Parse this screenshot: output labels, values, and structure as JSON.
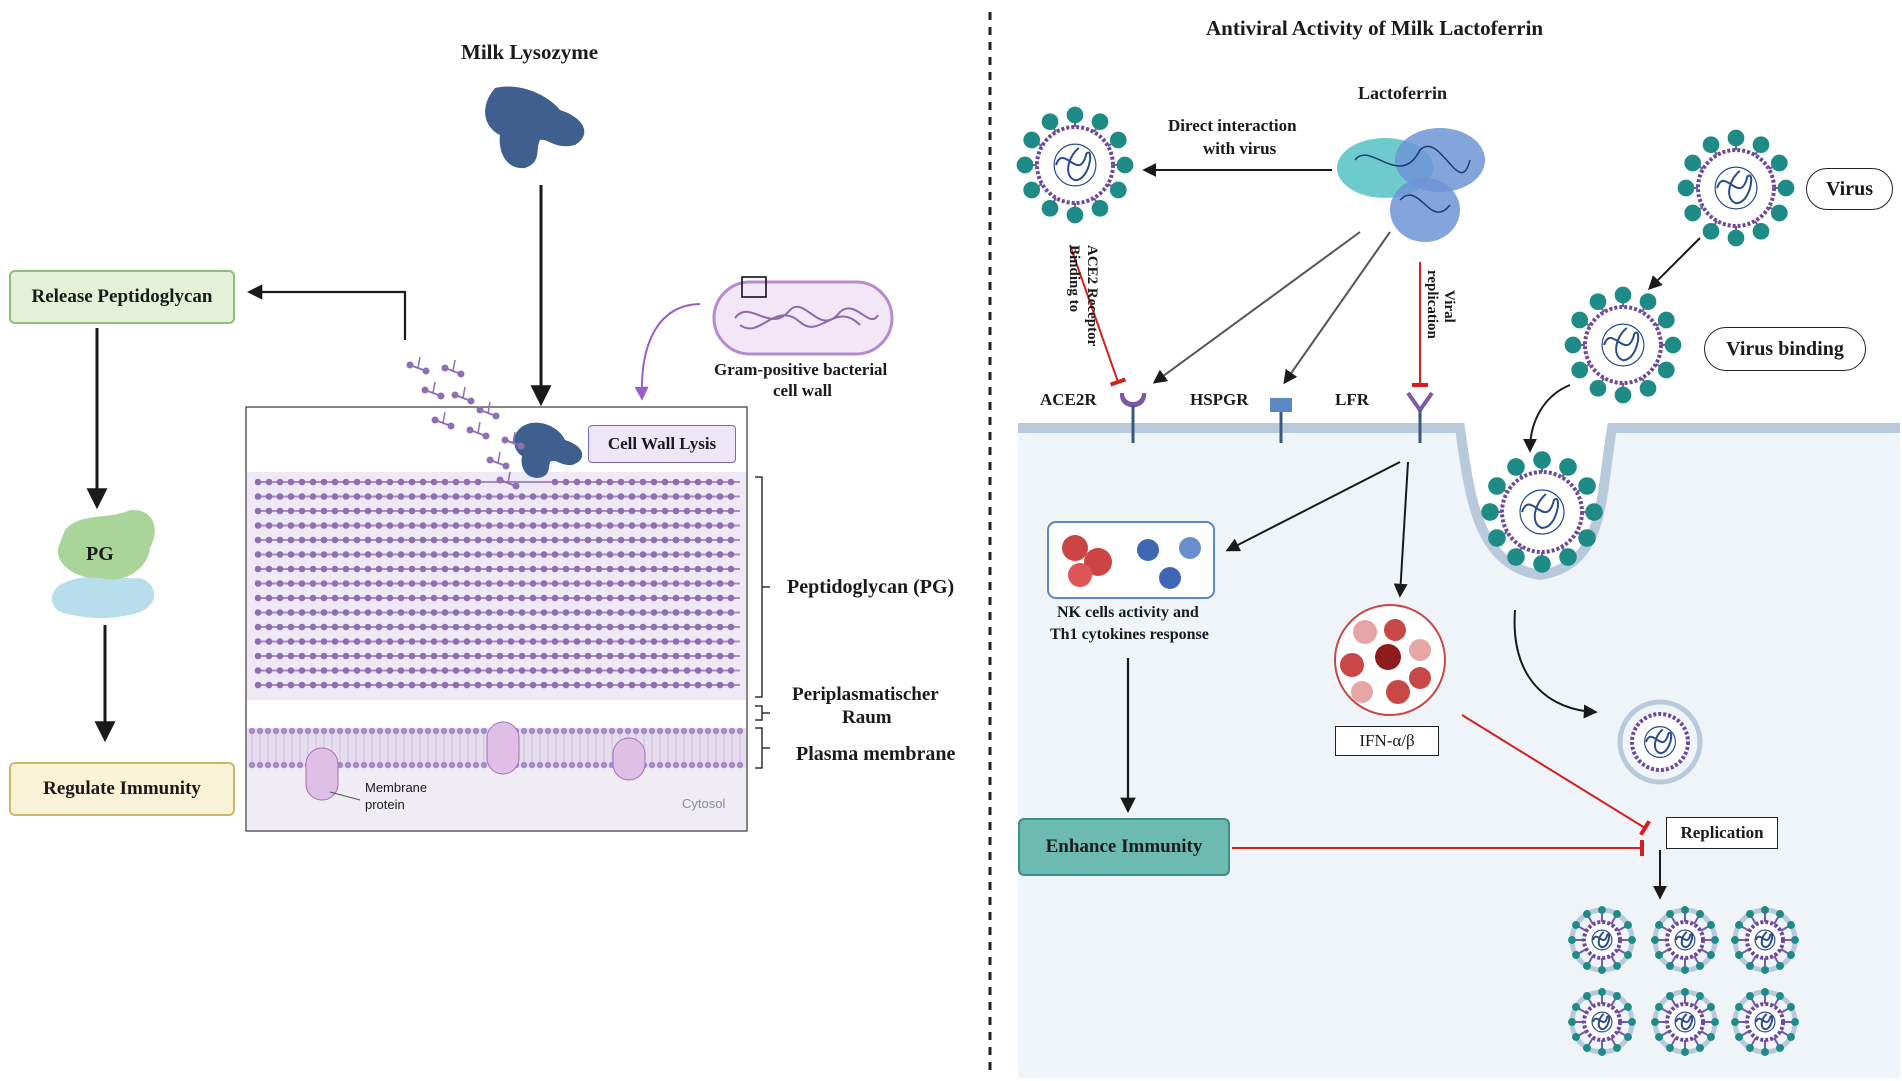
{
  "left": {
    "milk_lysozyme": "Milk Lysozyme",
    "release_peptidoglycan": "Release Peptidoglycan",
    "pg": "PG",
    "regulate_immunity": "Regulate Immunity",
    "cell_wall_lysis": "Cell Wall Lysis",
    "gram_positive_line1": "Gram-positive bacterial",
    "gram_positive_line2": "cell wall",
    "peptidoglycan": "Peptidoglycan (PG)",
    "periplasm_line1": "Periplasmatischer",
    "periplasm_line2": "Raum",
    "plasma_membrane": "Plasma membrane",
    "membrane_protein_line1": "Membrane",
    "membrane_protein_line2": "protein",
    "cytosol": "Cytosol"
  },
  "right": {
    "title": "Antiviral Activity of Milk Lactoferrin",
    "lactoferrin": "Lactoferrin",
    "direct_interaction_line1": "Direct interaction",
    "direct_interaction_line2": "with virus",
    "binding_line1": "Binding to",
    "binding_line2": "ACE2 Receptor",
    "viral_line1": "Viral",
    "viral_line2": "replication",
    "virus": "Virus",
    "virus_binding": "Virus binding",
    "ace2r": "ACE2R",
    "hspgr": "HSPGR",
    "lfr": "LFR",
    "nk_line1": "NK cells activity and",
    "nk_line2": "Th1 cytokines response",
    "ifn": "IFN-α/β",
    "enhance_immunity": "Enhance Immunity",
    "replication": "Replication"
  },
  "colors": {
    "green_box": "#e4f1d6",
    "yellow_box": "#f8f3d6",
    "teal_box": "#6cbab0",
    "lysozyme": "#3f5f8f",
    "pg_chain": "#8e6fb3",
    "membrane": "#b9c9dc",
    "cell_interior": "#eef4f8",
    "virus_spike": "#1f8b86",
    "inhibit_red": "#d42020"
  }
}
